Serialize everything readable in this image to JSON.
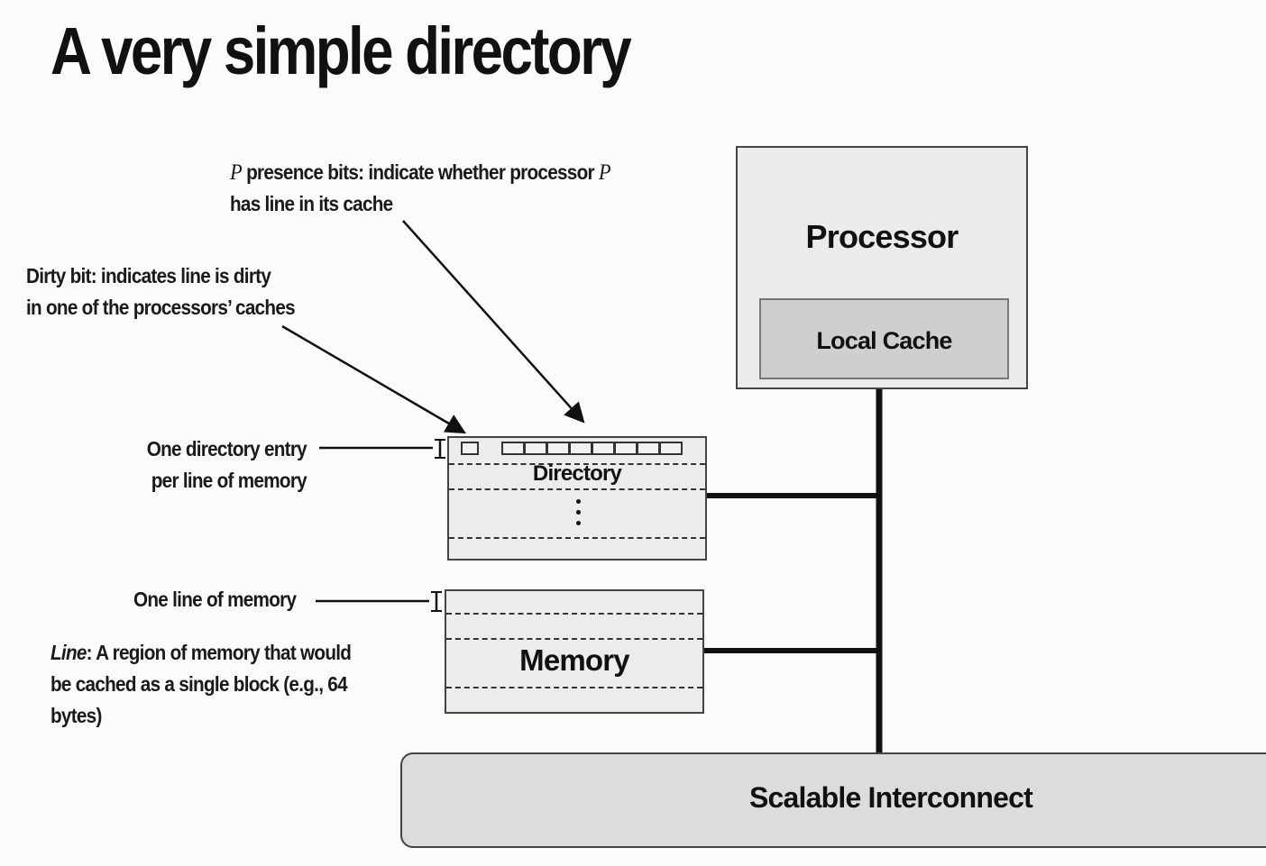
{
  "title": "A very simple directory",
  "annotations": {
    "presence_bits": {
      "var1": "P",
      "text1": " presence bits: indicate whether processor ",
      "var2": "P",
      "line2": "has line in its cache"
    },
    "dirty_bit": {
      "line1": "Dirty bit: indicates line is dirty",
      "line2": "in one of the processors’ caches"
    },
    "directory_entry": {
      "line1": "One directory entry",
      "line2": "per line of memory"
    },
    "memory_line": "One line of memory",
    "line_def": {
      "term": "Line",
      "line1_rest": ": A region of memory that would",
      "line2": "be cached as a single block (e.g., 64",
      "line3": "bytes)"
    }
  },
  "blocks": {
    "processor": "Processor",
    "local_cache": "Local Cache",
    "directory": "Directory",
    "memory": "Memory",
    "interconnect": "Scalable Interconnect"
  },
  "presence_bit_count": 8
}
